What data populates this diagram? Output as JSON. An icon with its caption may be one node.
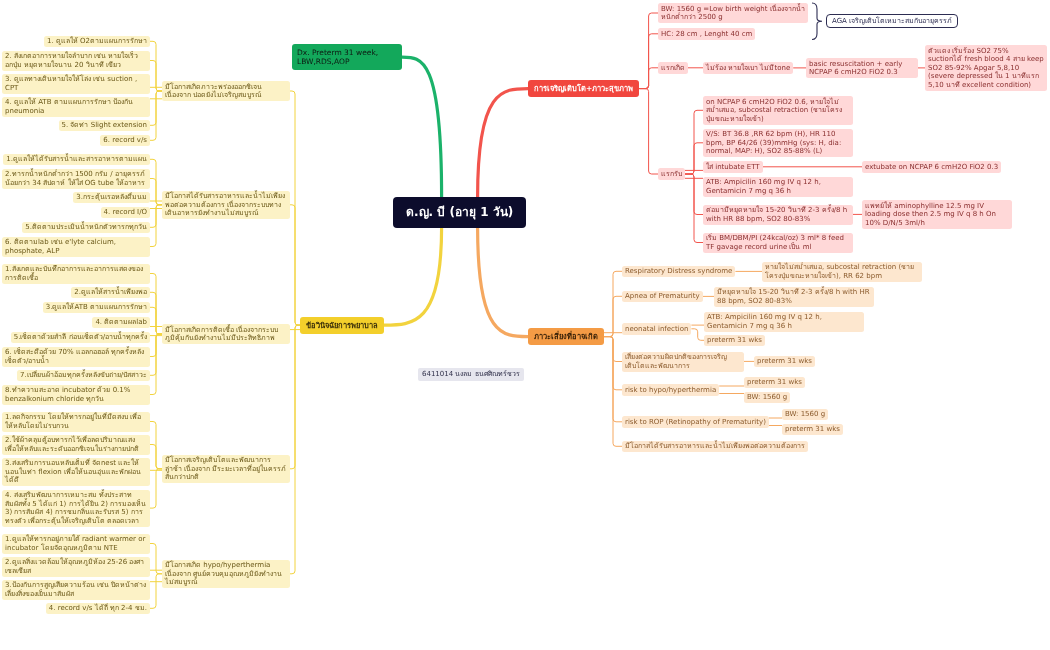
{
  "diagram": {
    "nodes": [
      {
        "text": [
          "ด.ญ. บี (อายุ 1 วัน)"
        ]
      },
      {
        "text": [
          "Dx. Preterm 31 week, LBW,RDS,AOP"
        ]
      },
      {
        "text": [
          "การเจริญเติบโต+ภาวะสุขภาพ"
        ]
      },
      {
        "text": [
          "BW: 1560 g =Low birth weight เนื่องจากน้ำหนักต่ำกว่า 2500 g"
        ]
      },
      {
        "text": [
          "HC: 28 cm , Lenght 40 cm"
        ]
      },
      {
        "text": [
          "AGA เจริญเติบโตเหมาะสมกับอายุครรภ์"
        ]
      },
      {
        "text": [
          "แรกเกิด"
        ]
      },
      {
        "text": [
          "ไม่ร้อง หายใจเบา ไม่มีtone"
        ]
      },
      {
        "text": [
          "basic resuscitation + early NCPAP 6 cmH2O FiO2 0.3"
        ]
      },
      {
        "text": [
          "ตัวแดง เริ่มร้อง SO2 75% suctionได้ fresh blood 4 สาย keep SO2 85-92% Apgar 5,8,10 (severe depressed ใน 1 นาทีแรก 5,10 นาที excellent condition)"
        ]
      },
      {
        "text": [
          "แรกรับ"
        ]
      },
      {
        "text": [
          "on NCPAP 6 cmH2O FiO2 0.6, หายใจไม่สม่ำเสมอ, subcostal retraction (ชายโครงบุ๋มขณะหายใจเข้า)"
        ]
      },
      {
        "text": [
          "V/S: BT 36.8 ,RR 62 bpm (H), HR 110 bpm, BP 64/26 (39)mmHg (sys: H, dia: normal, MAP: H), SO2 85-88% (L)"
        ]
      },
      {
        "text": [
          "ใส่ intubate ETT"
        ]
      },
      {
        "text": [
          "extubate on NCPAP 6 cmH2O FiO2 0.3"
        ]
      },
      {
        "text": [
          "ATB: Ampicilin 160 mg IV q 12 h, Gentamicin 7 mg q 36 h"
        ]
      },
      {
        "text": [
          "ต่อมามีหยุดหายใจ 15-20 วินาที 2-3 ครั้ง/8 h with HR 88 bpm, SO2 80-83%"
        ]
      },
      {
        "text": [
          "แพทย์ให้ aminophylline 12.5 mg IV loading dose then 2.5 mg IV q 8 h On 10% D/N/5 3ml/h"
        ]
      },
      {
        "text": [
          "เริ่ม BM/DBM/PI (24kcal/oz) 3 ml* 8 feed TF gavage record urine เป็น ml"
        ]
      },
      {
        "text": [
          "ภาวะเสี่ยงที่อาจเกิด"
        ]
      },
      {
        "text": [
          "Respiratory Distress syndrome"
        ]
      },
      {
        "text": [
          "หายใจไม่สม่ำเสมอ, subcostal retraction (ชายโครงบุ๋มขณะหายใจเข้า), RR 62 bpm"
        ]
      },
      {
        "text": [
          "Apnea of Prematurity"
        ]
      },
      {
        "text": [
          "มีหยุดหายใจ 15-20 วินาที 2-3 ครั้ง/8 h with HR 88 bpm, SO2 80-83%"
        ]
      },
      {
        "text": [
          "neonatal infection"
        ]
      },
      {
        "text": [
          "ATB: Ampicilin 160 mg IV q 12 h, Gentamicin 7 mg q 36 h"
        ]
      },
      {
        "text": [
          "preterm 31 wks"
        ]
      },
      {
        "text": [
          "เสี่ยงต่อความผิดปกติของการเจริญเติบโตและพัฒนาการ"
        ]
      },
      {
        "text": [
          "preterm 31 wks"
        ]
      },
      {
        "text": [
          "risk to hypo/hyperthermia"
        ]
      },
      {
        "text": [
          "preterm 31 wks"
        ]
      },
      {
        "text": [
          "BW: 1560 g"
        ]
      },
      {
        "text": [
          "risk to ROP (Retinopathy of Prematurity)"
        ]
      },
      {
        "text": [
          "BW: 1560 g"
        ]
      },
      {
        "text": [
          "preterm 31 wks"
        ]
      },
      {
        "text": [
          "มีโอกาสได้รับสารอาหารและน้ำไม่เพียงพอต่อความต้องการ"
        ]
      },
      {
        "text": [
          "ข้อวินิจฉัยการพยาบาล"
        ]
      },
      {
        "text": [
          "มีโอกาสเกิดภาวะพร่องออกซิเจน เนื่องจาก ปอดยังไม่เจริญสมบูรณ์"
        ]
      },
      {
        "text": [
          "1. ดูแลให้ O2ตามแผนการรักษา"
        ]
      },
      {
        "text": [
          "2. สังเกตอาการหายใจลำบาก เช่น หายใจเร็ว อกบุ๋ม หยุดหายใจนาน 20 วินาที เขียว"
        ]
      },
      {
        "text": [
          "3. ดูแลทางเดินหายใจให้โล่ง เช่น suction , CPT"
        ]
      },
      {
        "text": [
          "4. ดูแลให้ ATB ตามแผนการรักษา ป้องกัน pneumonia"
        ]
      },
      {
        "text": [
          "5. จัดท่า Slight extension"
        ]
      },
      {
        "text": [
          "6. record v/s"
        ]
      },
      {
        "text": [
          "มีโอกาสได้รับสารอาหารและน้ำไม่เพียงพอต่อความต้องการ เนื่องจากระบบทางเดินอาหารยังทำงานไม่สมบูรณ์"
        ]
      },
      {
        "text": [
          "1.ดูแลให้ได้รับสารน้ำและสารอาหารตามแผน"
        ]
      },
      {
        "text": [
          "2.ทารกน้ำหนักต่ำกว่า 1500 กรัม / อายุครรภ์น้อยกว่า 34 สัปดาห์ ให้ใส่ OG tube ให้อาหาร"
        ]
      },
      {
        "text": [
          "3.กระตุ้นเรอหลังดื่มนม"
        ]
      },
      {
        "text": [
          "4. record I/O"
        ]
      },
      {
        "text": [
          "5.ติดตามประเมินน้ำหนักตัวทารกทุกวัน"
        ]
      },
      {
        "text": [
          "6. ติดตามlab เช่น e'lyte calcium, phosphate, ALP"
        ]
      },
      {
        "text": [
          "มีโอกาสเกิดการติดเชื้อ เนื่องจากระบบภูมิคุ้มกันยังทำงานไม่มีประสิทธิภาพ"
        ]
      },
      {
        "text": [
          "1.สังเกตและบันทึกอาการและอาการแสดงของการติดเชื้อ"
        ]
      },
      {
        "text": [
          "2.ดูแลให้สารน้ำเพียงพอ"
        ]
      },
      {
        "text": [
          "3.ดูแลให้ATB ตามแผนการรักษา"
        ]
      },
      {
        "text": [
          "4. ติดตามผลlab"
        ]
      },
      {
        "text": [
          "5.เช็ดตาด้วยสำลี ก่อนเช็ดตัว/อาบน้ำทุกครั้ง"
        ]
      },
      {
        "text": [
          "6. เช็ดสะดือด้วย 70% แอลกอฮอล์ ทุกครั้งหลังเช็ดตัว/อาบน้ำ"
        ]
      },
      {
        "text": [
          "7.เปลี่ยนผ้าอ้อมทุกครั้งหลังขับถ่าย/ปัสสาวะ"
        ]
      },
      {
        "text": [
          "8.ทำความสะอาด incubator ด้วย 0.1% benzalkonium chloride ทุกวัน"
        ]
      },
      {
        "text": [
          "มีโอกาสเจริญเติบโตและพัฒนาการล่าช้า เนื่องจาก มีระยะเวลาที่อยู่ในครรภ์สั้นกว่าปกติ"
        ]
      },
      {
        "text": [
          "1.ลดกิจกรรม โดยให้ทารกอยู่ในที่มืดสงบ เพื่อให้หลับโดยไม่รบกวน"
        ]
      },
      {
        "text": [
          "2.ใช้ผ้าคลุมตู้อบทารกไว้เพื่อลดปริมาณแสง เพื่อให้หลับและระดับออกซิเจนในร่างกายปกติ"
        ]
      },
      {
        "text": [
          "3.ส่งเสริมการนอนหลับเต็มที่ จัดnest และให้นอนในท่า flexion เพื่อให้นอนอุ่นและพักผ่อนได้ดี"
        ]
      },
      {
        "text": [
          "4. ส่งเสริมพัฒนาการเหมาะสม ทั้งประสาทสัมผัสทั้ง 5 ได้แก่ 1) การได้ยิน 2) การมองเห็น 3) การสัมผัส 4) การชมกลิ่นและรับรส 5) การทรงตัว เพื่อกระตุ้นให้เจริญเติบโต ตลอดเวลา"
        ]
      },
      {
        "text": [
          "มีโอกาสเกิด hypo/hyperthermia เนื่องจาก ศูนย์ควบคุมอุณหภูมิยังทำงานไม่สมบูรณ์"
        ]
      },
      {
        "text": [
          "1.ดูแลให้ทารกอยู่ภายใต้ radiant warmer or incubator โดยจัดอุณหภูมิตาม NTE"
        ]
      },
      {
        "text": [
          "2.ดูแลสิ่งแวดล้อมให้อุณหภูมิห้อง 25-26 องศาเซลเซียส"
        ]
      },
      {
        "text": [
          "3.ป้องกันการสูญเสียความร้อน เช่น ปิดหน้าต่าง เลี่ยงสิ่งของเย็นมาสัมผัส"
        ]
      },
      {
        "text": [
          "4. record v/s ได้ถี่ ทุก 2-4 ชม."
        ]
      },
      {
        "text": [
          "6411014 นงลม ธนศศิณทร์ชวร"
        ]
      }
    ],
    "edges": [
      {
        "from": 0,
        "to": 1,
        "arrow": "none",
        "style": "thick",
        "color": "#1bb26a"
      },
      {
        "from": 0,
        "to": 2,
        "arrow": "none",
        "style": "thick",
        "color": "#f2544c"
      },
      {
        "from": 0,
        "to": 19,
        "arrow": "none",
        "style": "thick",
        "color": "#f5a860"
      },
      {
        "from": 0,
        "to": 36,
        "arrow": "none",
        "style": "thick"
      },
      {
        "from": 2,
        "to": 3,
        "arrow": "none",
        "color": "#f2544c"
      },
      {
        "from": 2,
        "to": 4,
        "arrow": "none",
        "color": "#f2544c"
      },
      {
        "from": 2,
        "to": 6,
        "arrow": "none",
        "color": "#f2544c"
      },
      {
        "from": 2,
        "to": 10,
        "arrow": "none",
        "color": "#f2544c"
      },
      {
        "from": 6,
        "to": 7,
        "arrow": "none",
        "color": "#f2544c"
      },
      {
        "from": 7,
        "to": 8,
        "arrow": "none",
        "color": "#f2544c"
      },
      {
        "from": 8,
        "to": 9,
        "arrow": "none",
        "color": "#f2544c"
      },
      {
        "from": 10,
        "to": 11,
        "arrow": "none",
        "color": "#f2544c"
      },
      {
        "from": 10,
        "to": 12,
        "arrow": "none",
        "color": "#f2544c"
      },
      {
        "from": 10,
        "to": 13,
        "arrow": "none",
        "color": "#f2544c"
      },
      {
        "from": 10,
        "to": 15,
        "arrow": "none",
        "color": "#f2544c"
      },
      {
        "from": 10,
        "to": 16,
        "arrow": "none",
        "color": "#f2544c"
      },
      {
        "from": 10,
        "to": 18,
        "arrow": "none",
        "color": "#f2544c"
      },
      {
        "from": 13,
        "to": 14,
        "arrow": "none",
        "color": "#f2544c"
      },
      {
        "from": 16,
        "to": 17,
        "arrow": "none",
        "color": "#f2544c"
      },
      {
        "from": 19,
        "to": 20,
        "arrow": "none",
        "color": "#f5a860"
      },
      {
        "from": 19,
        "to": 22,
        "arrow": "none",
        "color": "#f5a860"
      },
      {
        "from": 19,
        "to": 24,
        "arrow": "none",
        "color": "#f5a860"
      },
      {
        "from": 19,
        "to": 27,
        "arrow": "none",
        "color": "#f5a860"
      },
      {
        "from": 19,
        "to": 29,
        "arrow": "none",
        "color": "#f5a860"
      },
      {
        "from": 19,
        "to": 32,
        "arrow": "none",
        "color": "#f5a860"
      },
      {
        "from": 19,
        "to": 35,
        "arrow": "none",
        "color": "#f5a860"
      },
      {
        "from": 20,
        "to": 21,
        "arrow": "none",
        "color": "#f5a860"
      },
      {
        "from": 22,
        "to": 23,
        "arrow": "none",
        "color": "#f5a860"
      },
      {
        "from": 24,
        "to": 25,
        "arrow": "none",
        "color": "#f5a860"
      },
      {
        "from": 24,
        "to": 26,
        "arrow": "none",
        "color": "#f5a860"
      },
      {
        "from": 27,
        "to": 28,
        "arrow": "none",
        "color": "#f5a860"
      },
      {
        "from": 29,
        "to": 30,
        "arrow": "none",
        "color": "#f5a860"
      },
      {
        "from": 29,
        "to": 31,
        "arrow": "none",
        "color": "#f5a860"
      },
      {
        "from": 32,
        "to": 33,
        "arrow": "none",
        "color": "#f5a860"
      },
      {
        "from": 32,
        "to": 34,
        "arrow": "none",
        "color": "#f5a860"
      },
      {
        "from": 36,
        "to": 37,
        "arrow": "none"
      },
      {
        "from": 36,
        "to": 44,
        "arrow": "none"
      },
      {
        "from": 36,
        "to": 51,
        "arrow": "none"
      },
      {
        "from": 36,
        "to": 60,
        "arrow": "none"
      },
      {
        "from": 36,
        "to": 65,
        "arrow": "none"
      },
      {
        "from": 37,
        "to": 38,
        "arrow": "none"
      },
      {
        "from": 37,
        "to": 39,
        "arrow": "none"
      },
      {
        "from": 37,
        "to": 40,
        "arrow": "none"
      },
      {
        "from": 37,
        "to": 41,
        "arrow": "none"
      },
      {
        "from": 37,
        "to": 42,
        "arrow": "none"
      },
      {
        "from": 37,
        "to": 43,
        "arrow": "none"
      },
      {
        "from": 44,
        "to": 45,
        "arrow": "none"
      },
      {
        "from": 44,
        "to": 46,
        "arrow": "none"
      },
      {
        "from": 44,
        "to": 47,
        "arrow": "none"
      },
      {
        "from": 44,
        "to": 48,
        "arrow": "none"
      },
      {
        "from": 44,
        "to": 49,
        "arrow": "none"
      },
      {
        "from": 44,
        "to": 50,
        "arrow": "none"
      },
      {
        "from": 51,
        "to": 52,
        "arrow": "none"
      },
      {
        "from": 51,
        "to": 53,
        "arrow": "none"
      },
      {
        "from": 51,
        "to": 54,
        "arrow": "none"
      },
      {
        "from": 51,
        "to": 55,
        "arrow": "none"
      },
      {
        "from": 51,
        "to": 56,
        "arrow": "none"
      },
      {
        "from": 51,
        "to": 57,
        "arrow": "none"
      },
      {
        "from": 51,
        "to": 58,
        "arrow": "none"
      },
      {
        "from": 51,
        "to": 59,
        "arrow": "none"
      },
      {
        "from": 60,
        "to": 61,
        "arrow": "none"
      },
      {
        "from": 60,
        "to": 62,
        "arrow": "none"
      },
      {
        "from": 60,
        "to": 63,
        "arrow": "none"
      },
      {
        "from": 60,
        "to": 64,
        "arrow": "none"
      },
      {
        "from": 65,
        "to": 66,
        "arrow": "none"
      },
      {
        "from": 65,
        "to": 67,
        "arrow": "none"
      },
      {
        "from": 65,
        "to": 68,
        "arrow": "none"
      },
      {
        "from": 65,
        "to": 69,
        "arrow": "none"
      }
    ]
  }
}
